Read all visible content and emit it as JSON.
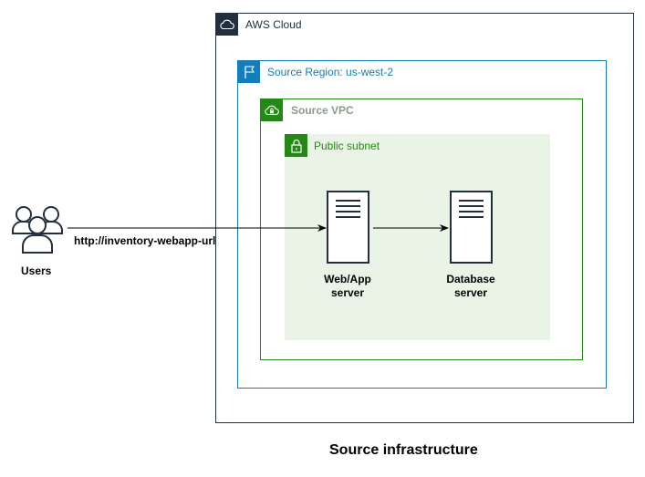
{
  "groups": {
    "aws_cloud": "AWS Cloud",
    "region": "Source Region: us-west-2",
    "vpc": "Source VPC",
    "subnet": "Public subnet"
  },
  "nodes": {
    "users": "Users",
    "webapp": [
      "Web/App",
      "server"
    ],
    "database": [
      "Database",
      "server"
    ]
  },
  "edges": {
    "users_to_webapp": "http://inventory-webapp-url"
  },
  "caption": "Source infrastructure",
  "colors": {
    "aws_cloud": "#232f3e",
    "region": "#147eba",
    "vpc": "#248814",
    "subnet_fill": "#e9f3e6",
    "vpc_label": "#8a9b8a"
  }
}
